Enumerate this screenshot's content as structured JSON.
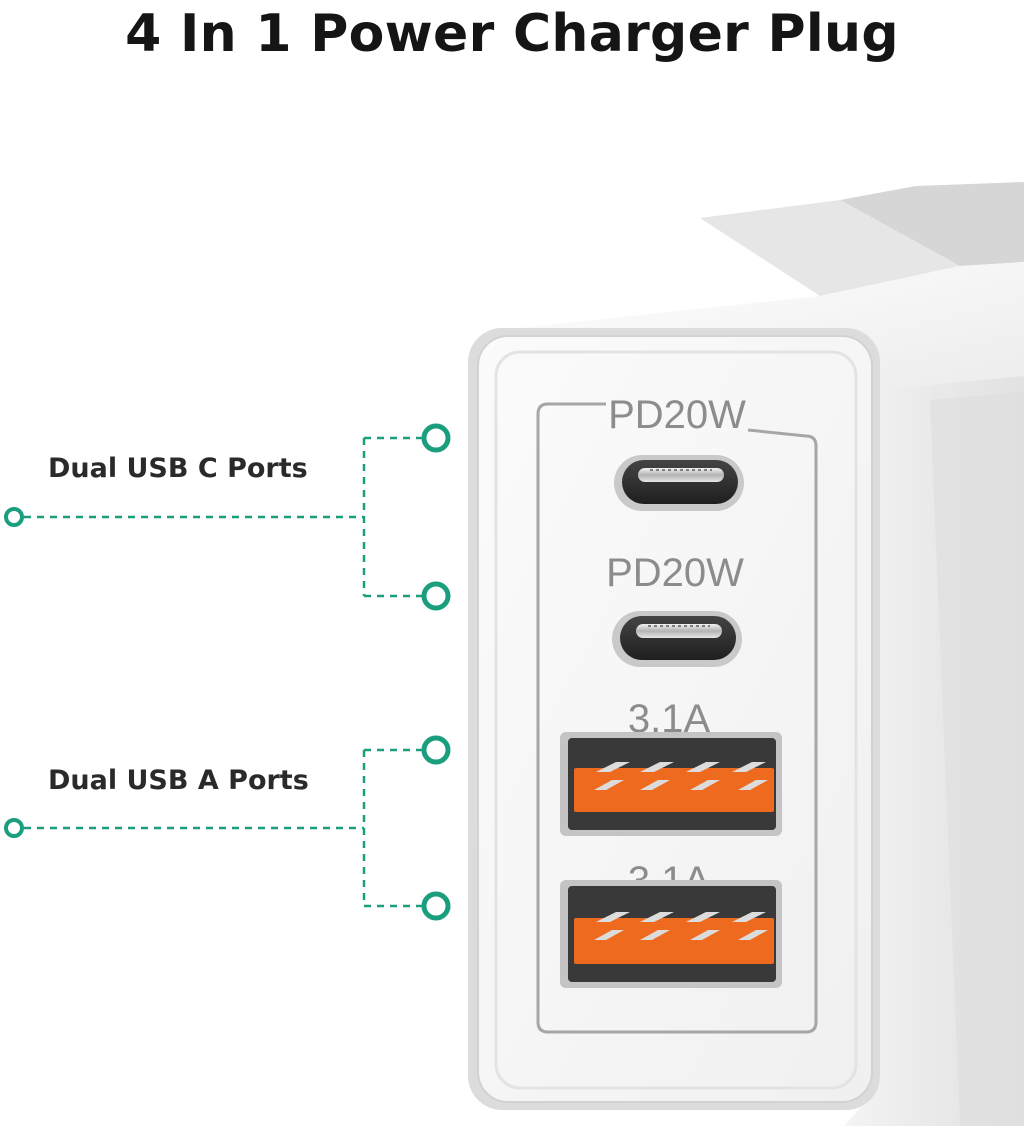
{
  "title": "4 In 1 Power Charger Plug",
  "callouts": {
    "usb_c": "Dual USB C Ports",
    "usb_a": "Dual USB A Ports"
  },
  "ports": {
    "port1_label": "PD20W",
    "port2_label": "PD20W",
    "port3_label": "3.1A",
    "port4_label": "3.1A"
  },
  "icons": [
    "callout-dot-icon",
    "usb-c-port-icon",
    "usb-a-port-icon"
  ],
  "colors": {
    "accent": "#1b9e7e",
    "port_tongue": "#ee6a1e",
    "title_text": "#151515",
    "label_text": "#2a2a2a"
  }
}
